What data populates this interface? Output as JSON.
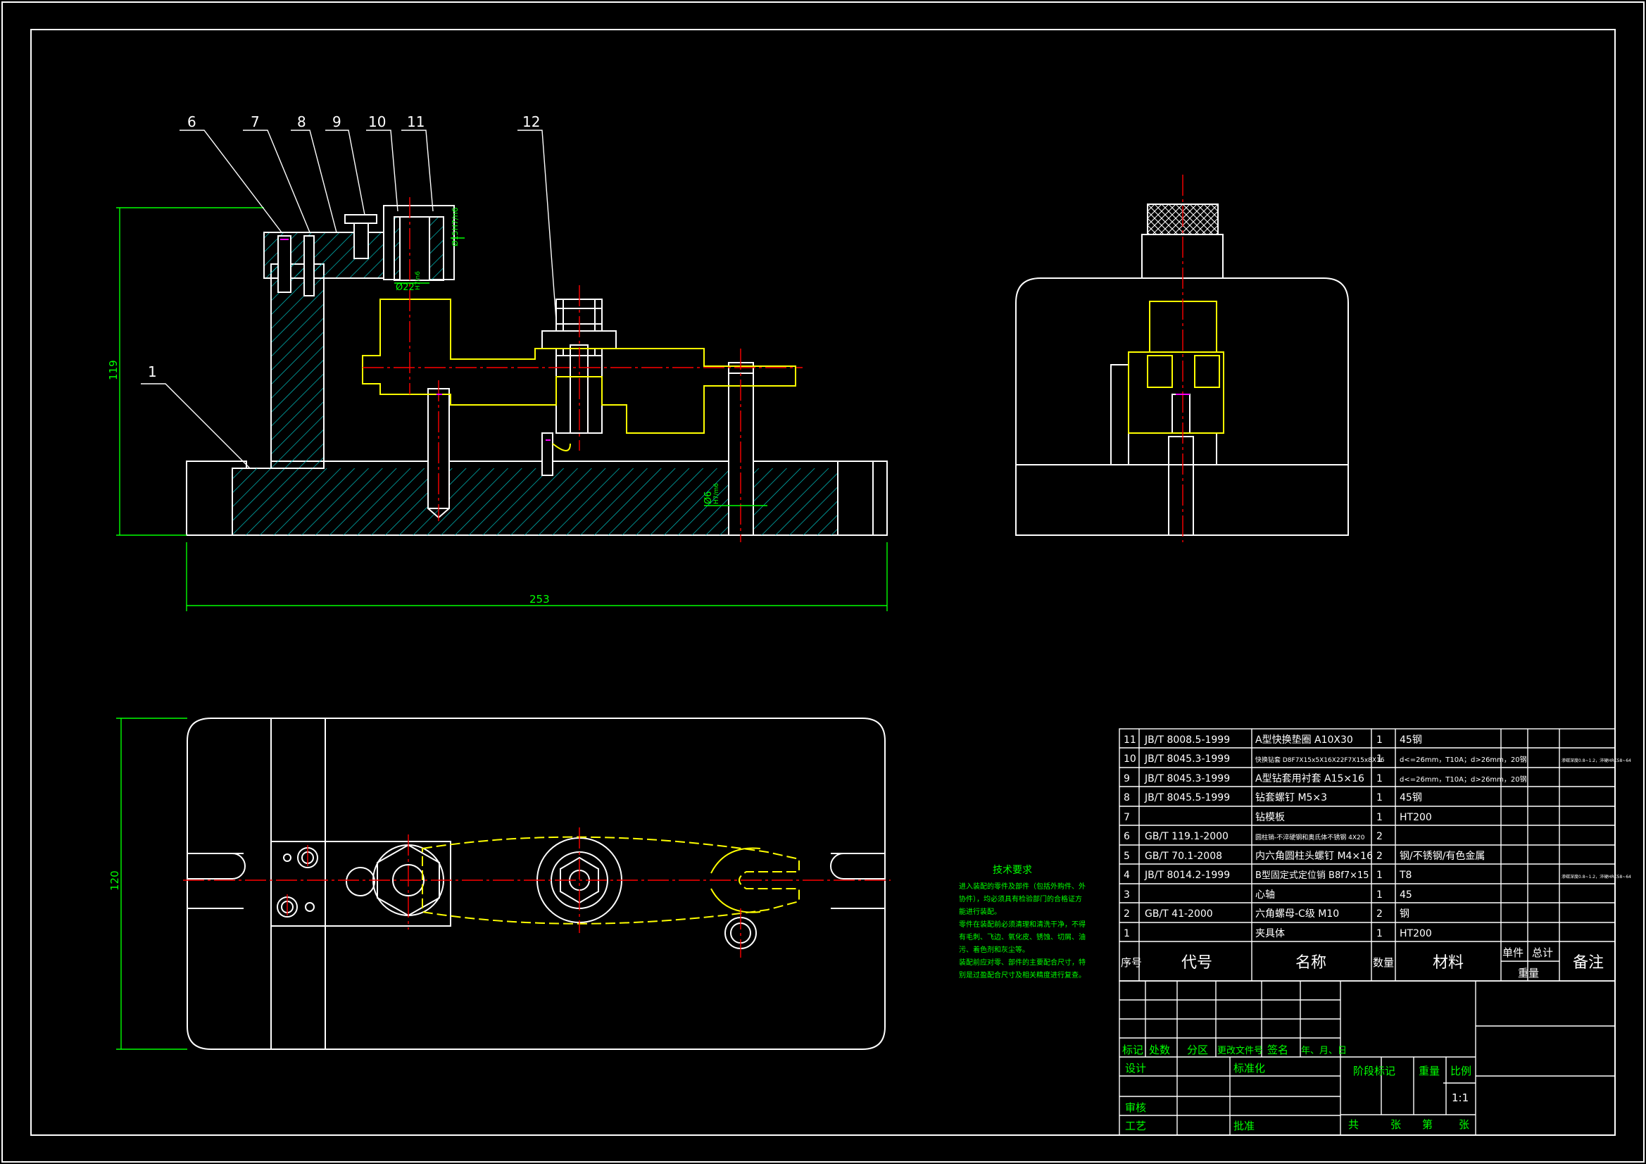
{
  "colors": {
    "background": "#000000",
    "outline": "#ffffff",
    "hatch": "#00c8c8",
    "hidden": "#ffff00",
    "center": "#ff0000",
    "dimension": "#00ff00",
    "text_label": "#00ff00",
    "magenta": "#ff00ff"
  },
  "dimensions": {
    "height_main": "119",
    "width_main": "253",
    "height_plan": "120",
    "dia_bush": "Ø22",
    "bush_tol": "H7/n6",
    "pin_dia": "Ø6",
    "pin_tol": "H7/m6",
    "fit1": "Ø15H7/n6"
  },
  "balloons": [
    "6",
    "7",
    "8",
    "9",
    "10",
    "11",
    "12",
    "1"
  ],
  "tech_requirements": {
    "title": "技术要求",
    "lines": [
      "进入装配的零件及部件（包括外购件、外",
      "协件），均必须具有检验部门的合格证方",
      "能进行装配。",
      "零件在装配前必须清理和清洗干净，不得",
      "有毛刺、飞边、氧化皮、锈蚀、切屑、油",
      "污、着色剂和灰尘等。",
      "装配前应对零、部件的主要配合尺寸，特",
      "别是过盈配合尺寸及相关精度进行复查。"
    ]
  },
  "bom": {
    "rows": [
      {
        "no": "11",
        "code": "JB/T 8008.5-1999",
        "name": "A型快换垫圈 A10X30",
        "qty": "1",
        "material": "45钢",
        "remark": ""
      },
      {
        "no": "10",
        "code": "JB/T 8045.3-1999",
        "name": "快换钻套 D8F7X15x5X16X22F7X15x8X16",
        "qty": "1",
        "material": "d<=26mm，T10A；d>26mm，20钢",
        "remark": "渗碳深度0.8~1.2，淬硬HRC58~64"
      },
      {
        "no": "9",
        "code": "JB/T 8045.3-1999",
        "name": "A型钻套用衬套 A15×16",
        "qty": "1",
        "material": "d<=26mm，T10A；d>26mm，20钢",
        "remark": ""
      },
      {
        "no": "8",
        "code": "JB/T 8045.5-1999",
        "name": "钻套螺钉 M5×3",
        "qty": "1",
        "material": "45钢",
        "remark": ""
      },
      {
        "no": "7",
        "code": "",
        "name": "钻模板",
        "qty": "1",
        "material": "HT200",
        "remark": ""
      },
      {
        "no": "6",
        "code": "GB/T 119.1-2000",
        "name": "圆柱销-不淬硬钢和奥氏体不锈钢 4X20",
        "qty": "2",
        "material": "",
        "remark": ""
      },
      {
        "no": "5",
        "code": "GB/T 70.1-2008",
        "name": "内六角圆柱头螺钉 M4×16",
        "qty": "2",
        "material": "钢/不锈钢/有色金属",
        "remark": ""
      },
      {
        "no": "4",
        "code": "JB/T 8014.2-1999",
        "name": "B型固定式定位销 B8f7×15",
        "qty": "1",
        "material": "T8",
        "remark": "渗碳深度0.8~1.2，淬硬HRC58~64"
      },
      {
        "no": "3",
        "code": "",
        "name": "心轴",
        "qty": "1",
        "material": "45",
        "remark": ""
      },
      {
        "no": "2",
        "code": "GB/T 41-2000",
        "name": "六角螺母-C级 M10",
        "qty": "2",
        "material": "钢",
        "remark": ""
      },
      {
        "no": "1",
        "code": "",
        "name": "夹具体",
        "qty": "1",
        "material": "HT200",
        "remark": ""
      }
    ],
    "headers": {
      "no": "序号",
      "code": "代号",
      "name": "名称",
      "qty": "数量",
      "material": "材料",
      "unit": "单件",
      "total": "总计",
      "weight": "重量",
      "remark": "备注"
    }
  },
  "title_block": {
    "row_labels": [
      "标记",
      "处数",
      "分区",
      "更改文件号",
      "签名",
      "年、月、日"
    ],
    "design": "设计",
    "standard": "标准化",
    "review": "审核",
    "process": "工艺",
    "approve": "批准",
    "stage": "阶段标记",
    "weight": "重量",
    "scale": "比例",
    "scale_value": "1:1",
    "total": "共",
    "sheets": "张",
    "sheet_no": "第",
    "sheet": "张"
  }
}
